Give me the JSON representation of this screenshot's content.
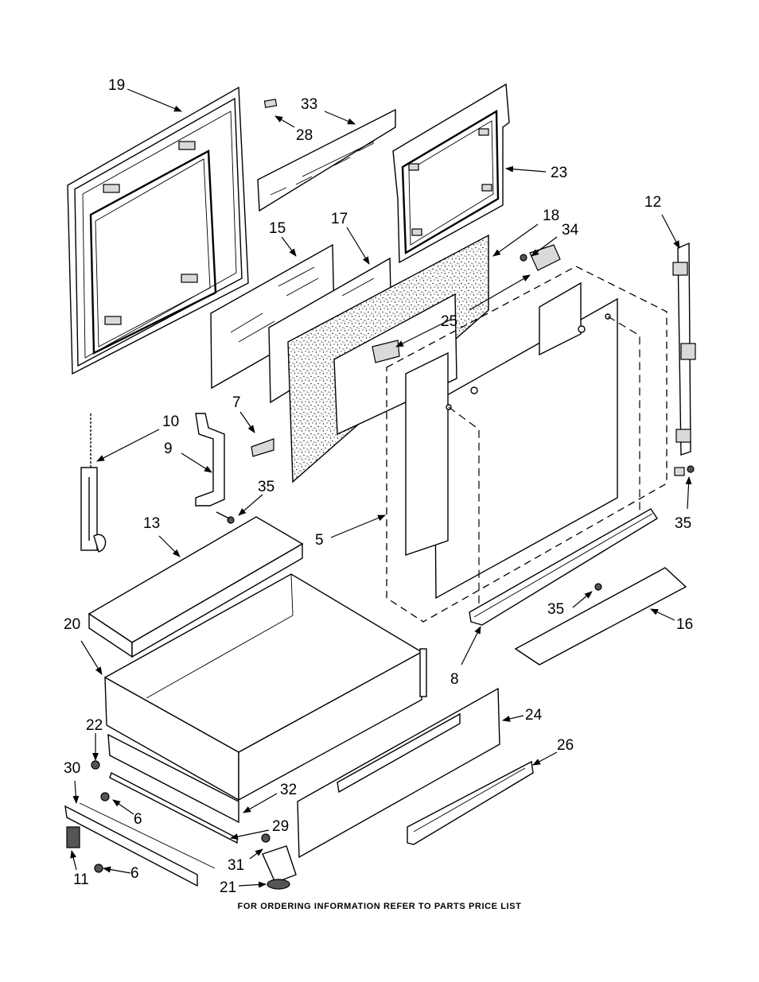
{
  "diagram": {
    "footer_note": "FOR ORDERING INFORMATION REFER TO PARTS PRICE LIST",
    "labels": [
      "19",
      "33",
      "28",
      "23",
      "12",
      "15",
      "17",
      "18",
      "34",
      "25",
      "10",
      "7",
      "9",
      "35",
      "5",
      "35",
      "13",
      "35",
      "16",
      "20",
      "8",
      "22",
      "24",
      "30",
      "26",
      "32",
      "6",
      "29",
      "11",
      "6",
      "31",
      "21"
    ]
  }
}
